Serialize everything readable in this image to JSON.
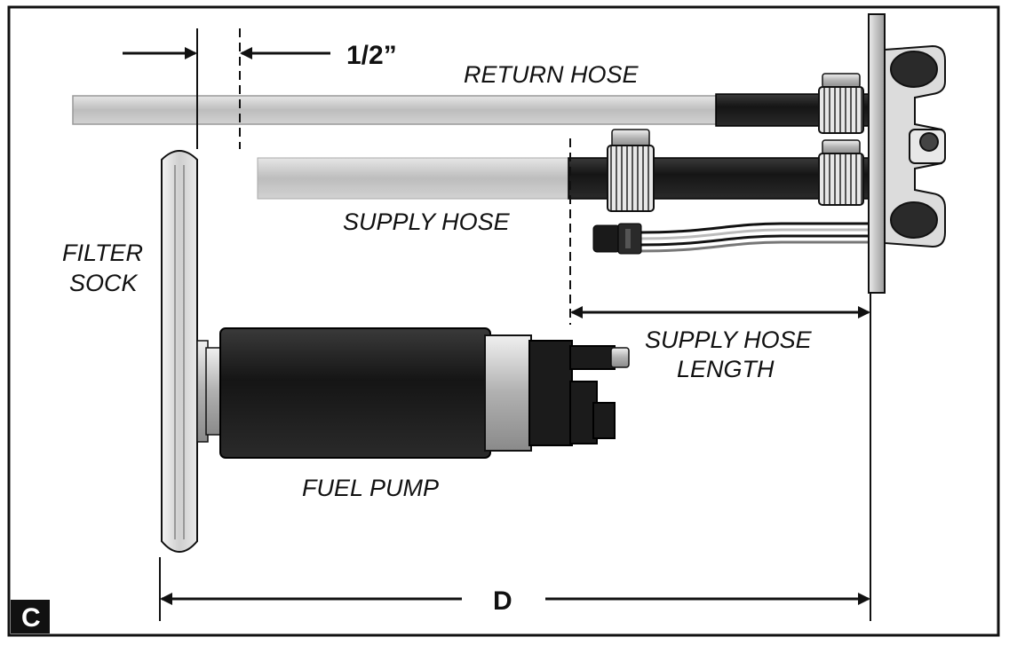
{
  "figure": {
    "badge": "C",
    "colors": {
      "frame": "#111111",
      "hose_light": "#c8c8c8",
      "hose_dark": "#1e1e1e",
      "pump_body": "#1f1f1f",
      "metal": "#d9d9d9",
      "badge_bg": "#111111"
    }
  },
  "labels": {
    "half_inch": "1/2”",
    "return_hose": "RETURN HOSE",
    "supply_hose": "SUPPLY HOSE",
    "filter_sock_line1": "FILTER",
    "filter_sock_line2": "SOCK",
    "supply_hose_length_line1": "SUPPLY HOSE",
    "supply_hose_length_line2": "LENGTH",
    "fuel_pump": "FUEL PUMP",
    "dimension_d": "D"
  },
  "icons": [
    "dimension-arrow",
    "hose-clamp",
    "electrical-connector"
  ]
}
